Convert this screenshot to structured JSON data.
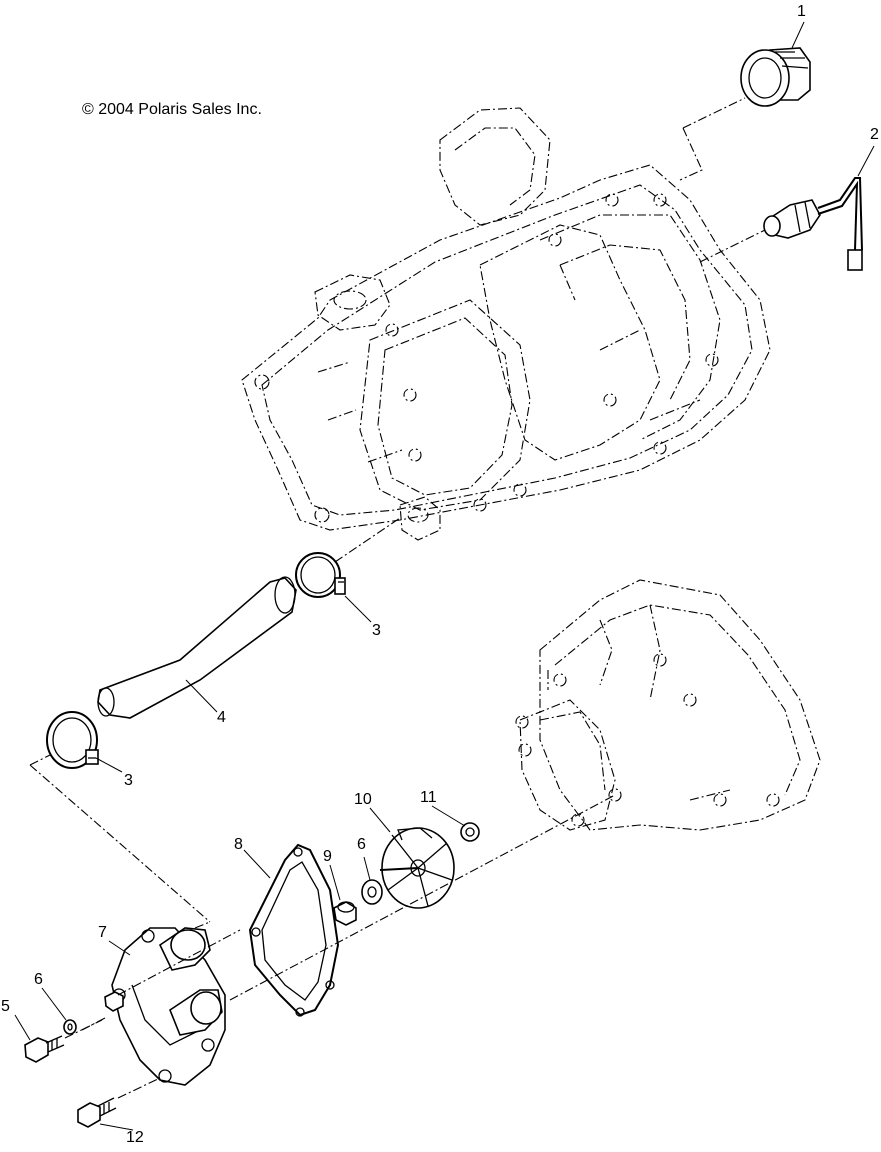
{
  "copyright": "© 2004 Polaris Sales Inc.",
  "callouts": [
    {
      "id": "c1",
      "label": "1"
    },
    {
      "id": "c2",
      "label": "2"
    },
    {
      "id": "c3a",
      "label": "3"
    },
    {
      "id": "c3b",
      "label": "3"
    },
    {
      "id": "c4",
      "label": "4"
    },
    {
      "id": "c5",
      "label": "5"
    },
    {
      "id": "c6a",
      "label": "6"
    },
    {
      "id": "c6b",
      "label": "6"
    },
    {
      "id": "c7",
      "label": "7"
    },
    {
      "id": "c8",
      "label": "8"
    },
    {
      "id": "c9",
      "label": "9"
    },
    {
      "id": "c10",
      "label": "10"
    },
    {
      "id": "c11",
      "label": "11"
    },
    {
      "id": "c12",
      "label": "12"
    }
  ]
}
